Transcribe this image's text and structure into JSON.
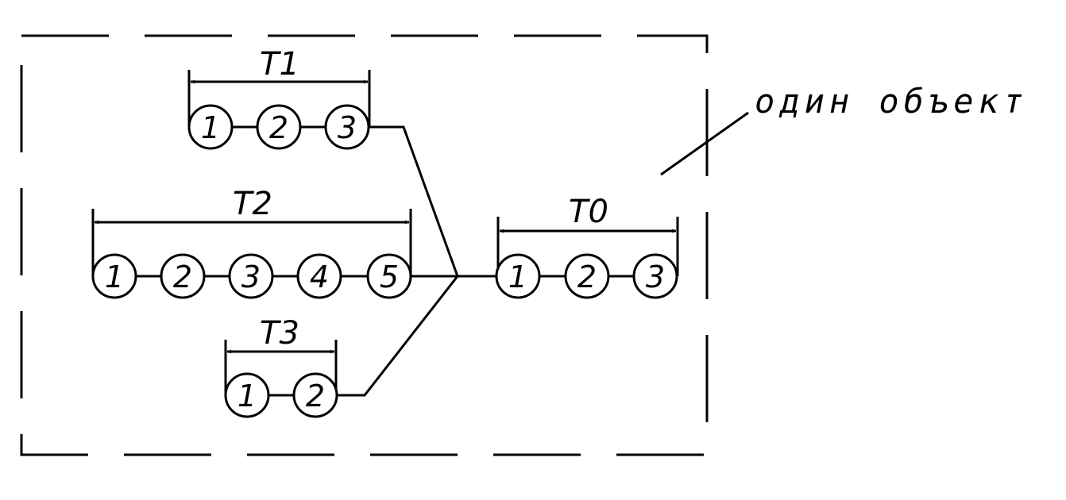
{
  "annotation": "один объект",
  "groups": {
    "t1": {
      "label": "T1",
      "nodes": [
        "1",
        "2",
        "3"
      ]
    },
    "t2": {
      "label": "T2",
      "nodes": [
        "1",
        "2",
        "3",
        "4",
        "5"
      ]
    },
    "t3": {
      "label": "T3",
      "nodes": [
        "1",
        "2"
      ]
    },
    "t0": {
      "label": "T0",
      "nodes": [
        "1",
        "2",
        "3"
      ]
    }
  }
}
